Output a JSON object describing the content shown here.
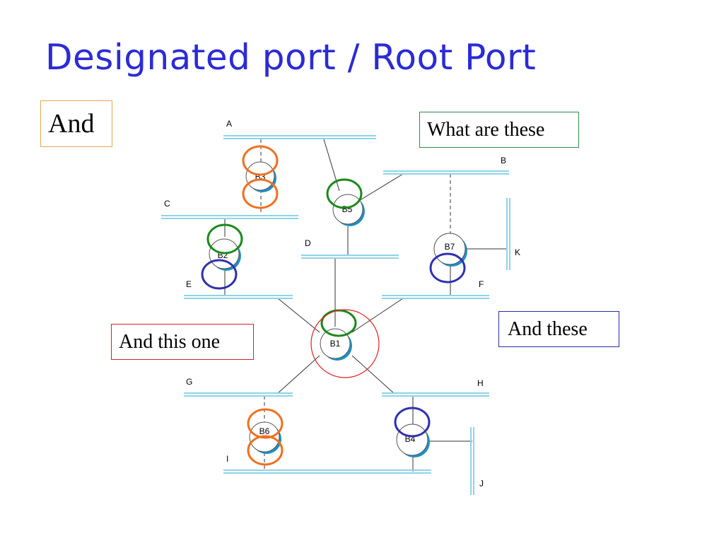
{
  "title": "Designated port / Root Port",
  "callouts": {
    "and": "And",
    "what_are_these": "What are these",
    "and_this_one": "And this one",
    "and_these": "And these"
  },
  "lan_labels": {
    "A": "A",
    "B": "B",
    "C": "C",
    "D": "D",
    "E": "E",
    "F": "F",
    "G": "G",
    "H": "H",
    "I": "I",
    "J": "J",
    "K": "K"
  },
  "bridge_labels": {
    "B1": "B1",
    "B2": "B2",
    "B3": "B3",
    "B4": "B4",
    "B5": "B5",
    "B6": "B6",
    "B7": "B7"
  },
  "colors": {
    "title": "#2b2bd6",
    "segment": "#8fd3e8",
    "designated_port": "#f07020",
    "root_port": "#1a8a1a",
    "blocked_port": "#3030b0",
    "root_bridge_highlight": "#e02020"
  }
}
